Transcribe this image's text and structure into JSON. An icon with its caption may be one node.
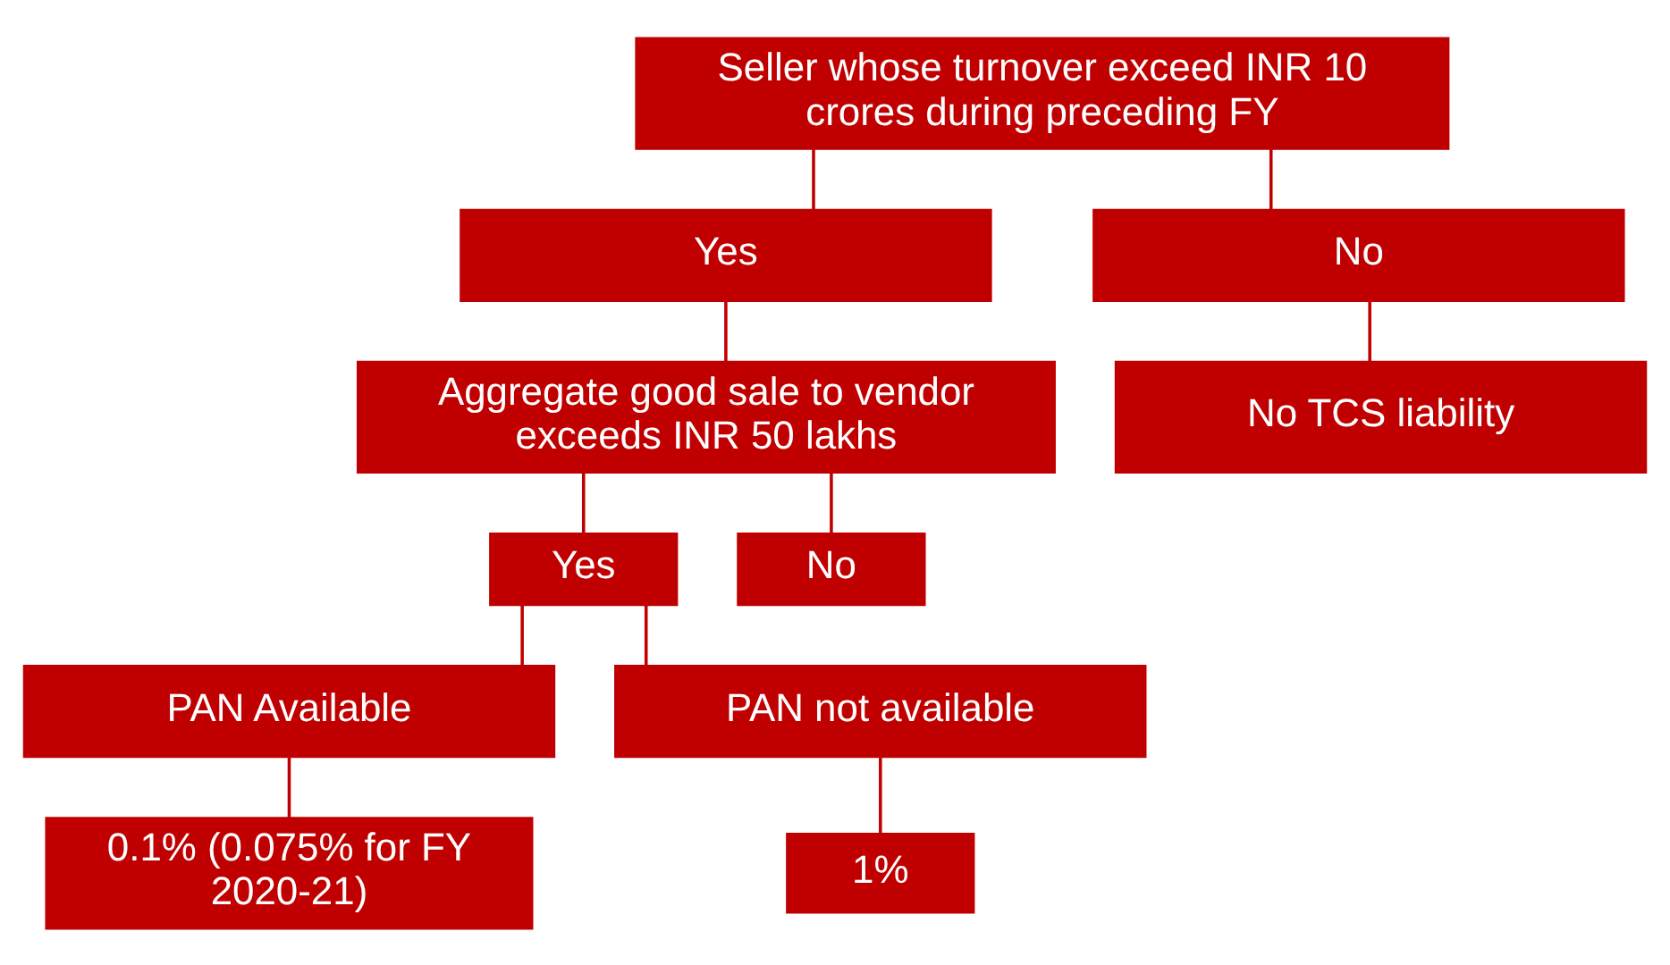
{
  "diagram": {
    "nodes": [
      {
        "text": [
          "Seller whose turnover exceed INR 10 crores during preceding FY"
        ]
      },
      {
        "text": [
          "Yes"
        ]
      },
      {
        "text": [
          "No"
        ]
      },
      {
        "text": [
          "Aggregate good sale to vendor exceeds INR 50 lakhs"
        ]
      },
      {
        "text": [
          "No TCS liability"
        ]
      },
      {
        "text": [
          "Yes"
        ]
      },
      {
        "text": [
          "No"
        ]
      },
      {
        "text": [
          "PAN Available"
        ]
      },
      {
        "text": [
          "PAN not available"
        ]
      },
      {
        "text": [
          "0.1% (0.075% for FY 2020-21)"
        ]
      },
      {
        "text": [
          "1%"
        ]
      }
    ],
    "edges": [
      {
        "from": 0,
        "to": 1,
        "arrow": "none"
      },
      {
        "from": 0,
        "to": 2,
        "arrow": "none"
      },
      {
        "from": 1,
        "to": 3,
        "arrow": "none"
      },
      {
        "from": 2,
        "to": 4,
        "arrow": "none"
      },
      {
        "from": 3,
        "to": 5,
        "arrow": "none"
      },
      {
        "from": 3,
        "to": 6,
        "arrow": "none"
      },
      {
        "from": 5,
        "to": 7,
        "arrow": "none"
      },
      {
        "from": 5,
        "to": 8,
        "arrow": "none"
      },
      {
        "from": 7,
        "to": 9,
        "arrow": "none"
      },
      {
        "from": 8,
        "to": 10,
        "arrow": "none"
      }
    ]
  }
}
